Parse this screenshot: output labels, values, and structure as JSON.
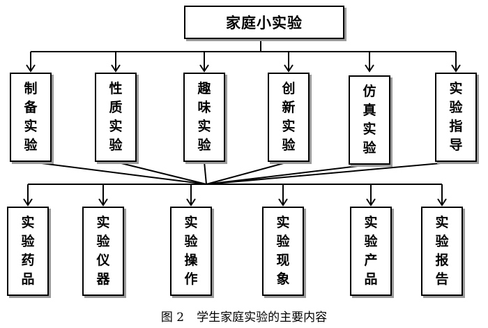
{
  "root": {
    "label": "家庭小实验"
  },
  "categories": [
    {
      "label": "制备实验"
    },
    {
      "label": "性质实验"
    },
    {
      "label": "趣味实验"
    },
    {
      "label": "创新实验"
    },
    {
      "label": "仿真实验"
    },
    {
      "label": "实验指导"
    }
  ],
  "contents": [
    {
      "label": "实验药品"
    },
    {
      "label": "实验仪器"
    },
    {
      "label": "实验操作"
    },
    {
      "label": "实验现象"
    },
    {
      "label": "实验产品"
    },
    {
      "label": "实验报告"
    }
  ],
  "caption": {
    "number": "图 2",
    "text": "学生家庭实验的主要内容"
  }
}
